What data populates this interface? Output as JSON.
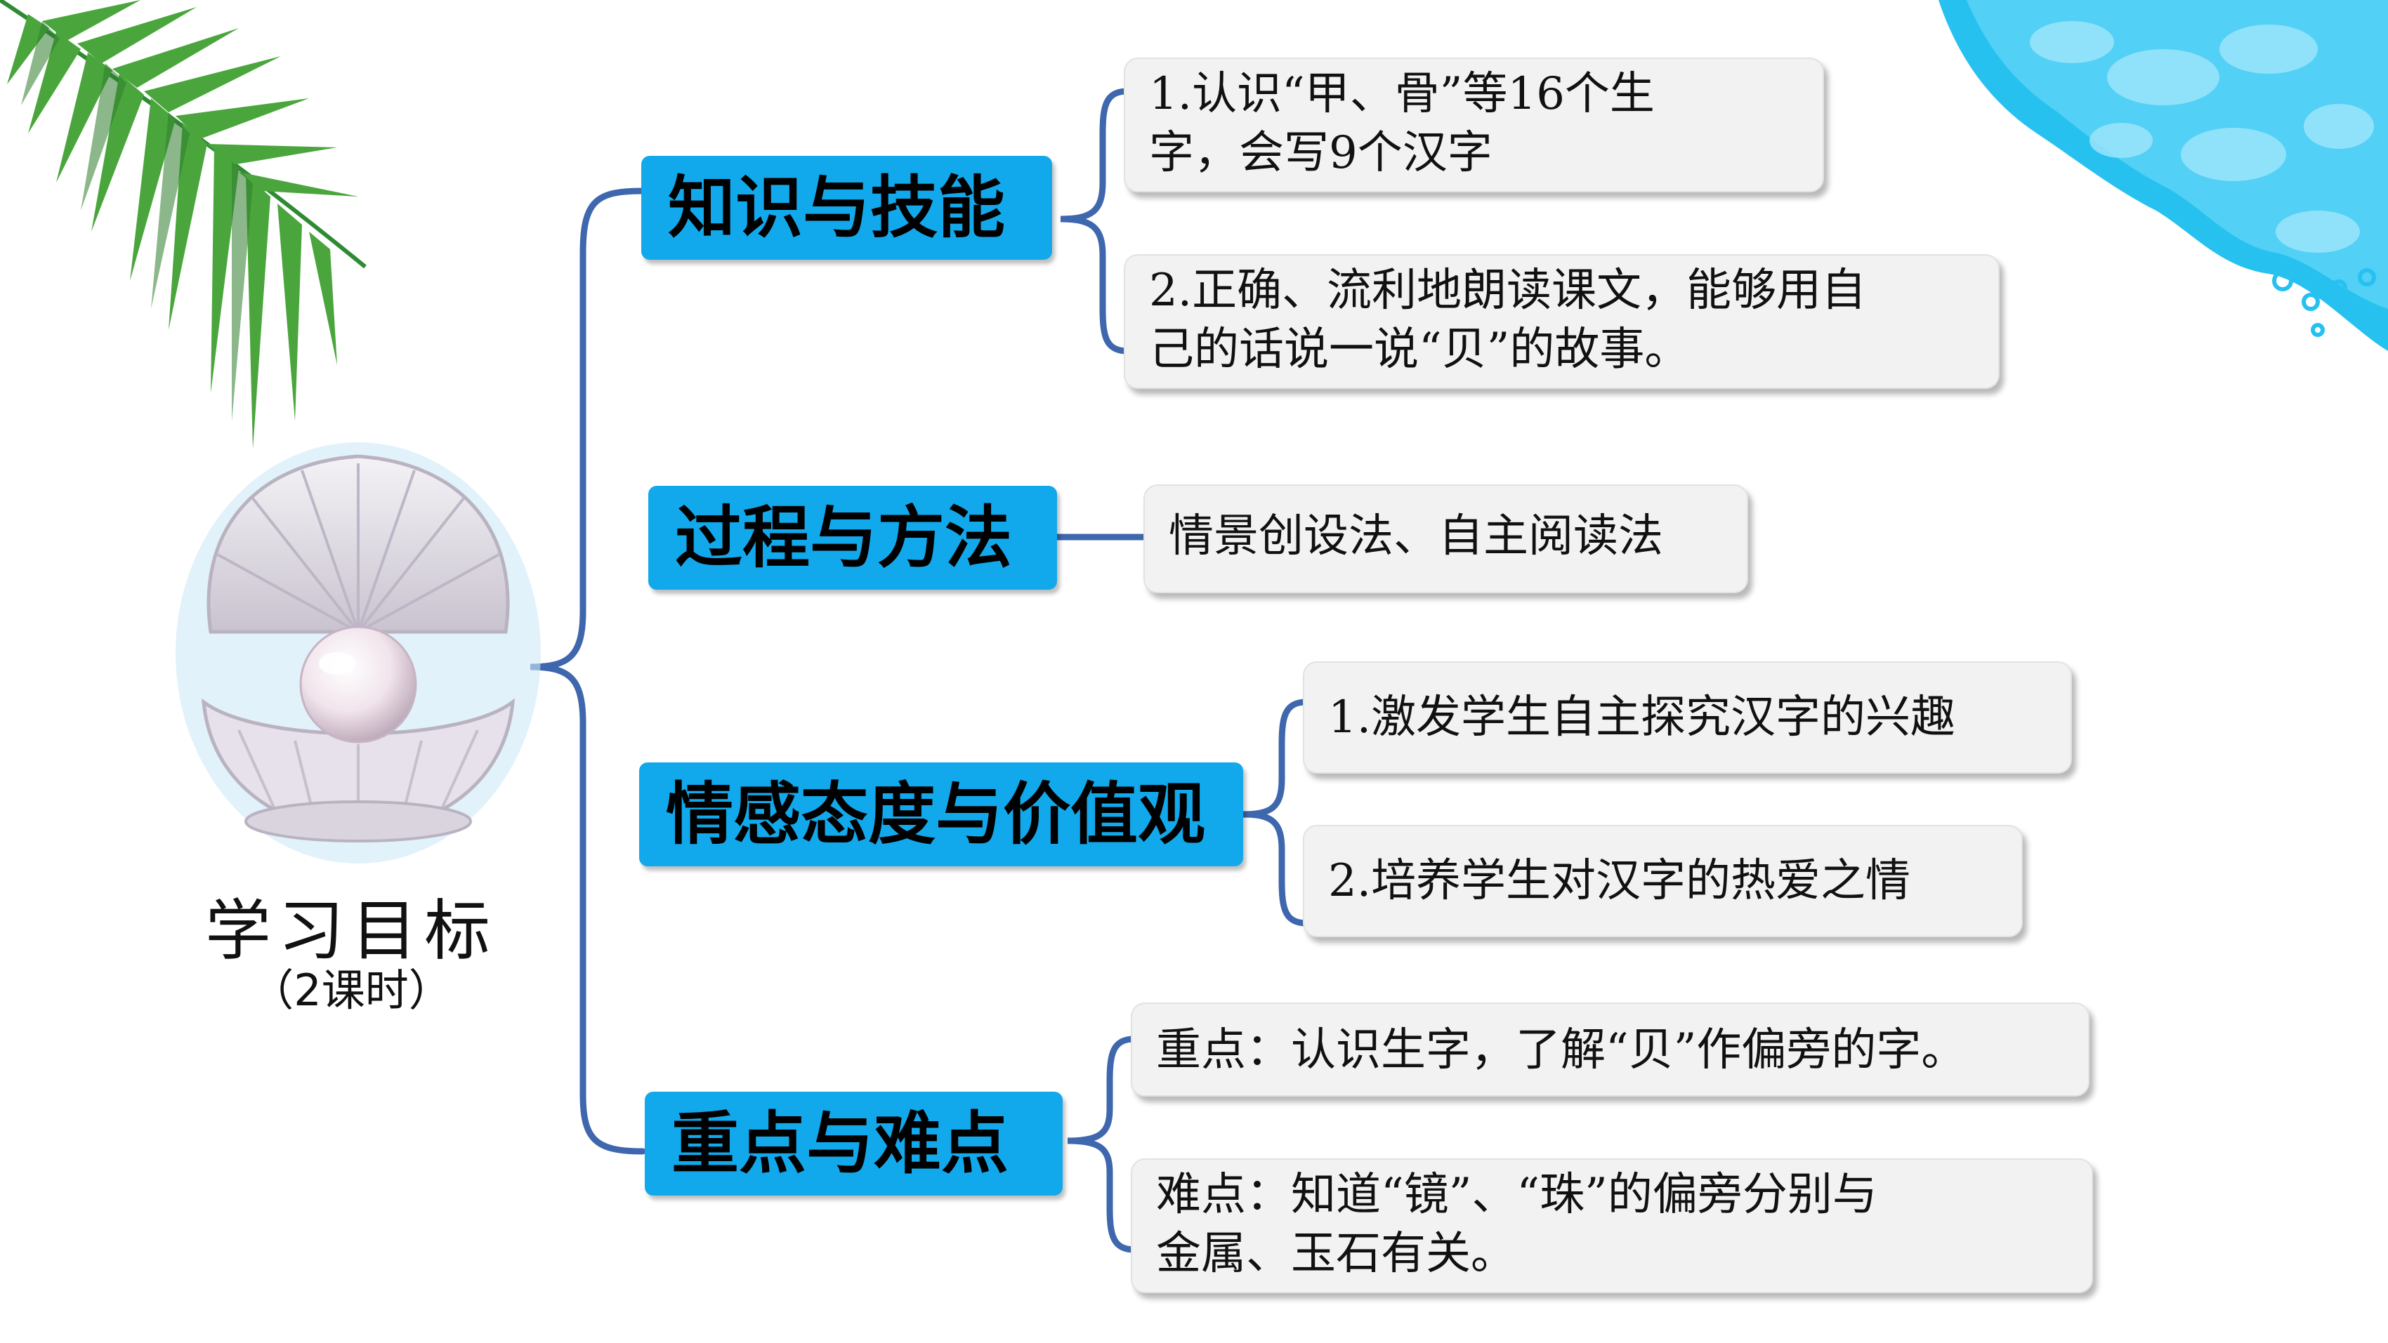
{
  "center": {
    "title": "学习目标",
    "subtitle": "（2课时）"
  },
  "branches": [
    {
      "label": "知识与技能",
      "items": [
        "1.认识“甲、骨”等16个生\n字，会写9个汉字",
        "2.正确、流利地朗读课文，能够用自\n己的话说一说“贝”的故事。"
      ]
    },
    {
      "label": "过程与方法",
      "items": [
        "情景创设法、自主阅读法"
      ]
    },
    {
      "label": "情感态度与价值观",
      "items": [
        "1.激发学生自主探究汉字的兴趣",
        "2.培养学生对汉字的热爱之情"
      ]
    },
    {
      "label": "重点与难点",
      "items": [
        "重点：认识生字，了解“贝”作偏旁的字。",
        "难点：知道“镜”、“珠”的偏旁分别与\n金属、玉石有关。"
      ]
    }
  ],
  "colors": {
    "topic": "#12a9ec",
    "line": "#3e67ad",
    "leaf": "#f2f2f2",
    "water": "#27c1f0"
  },
  "decor": [
    "palm-leaf-icon",
    "water-icon",
    "pearl-shell-icon"
  ]
}
